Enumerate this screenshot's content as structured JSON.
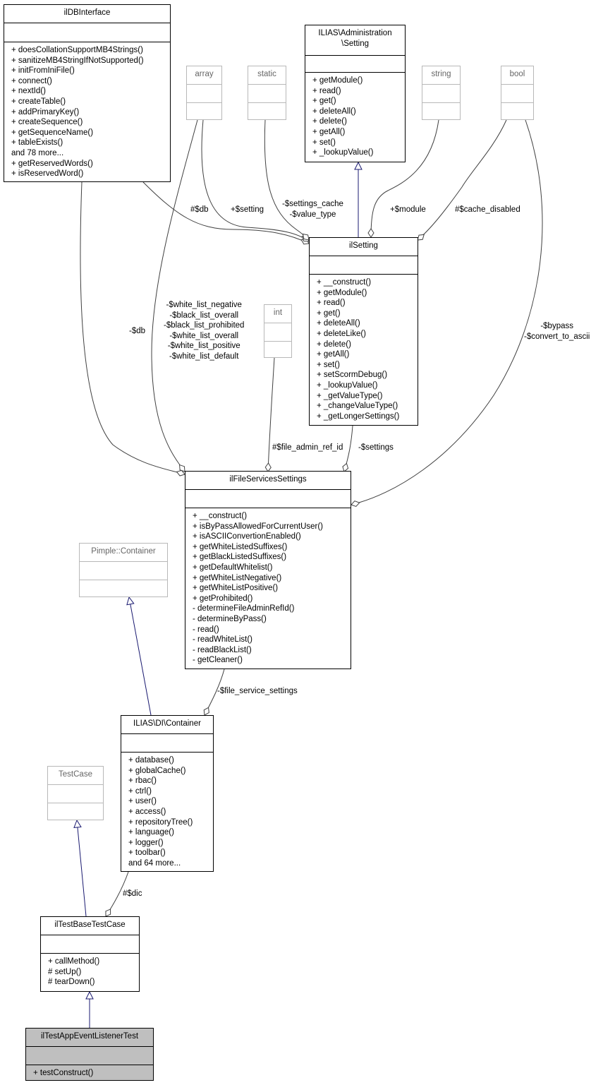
{
  "classes": {
    "ildbinterface": {
      "title": [
        "ilDBInterface"
      ],
      "methods": [
        "+ doesCollationSupportMB4Strings()",
        "+ sanitizeMB4StringIfNotSupported()",
        "+ initFromIniFile()",
        "+ connect()",
        "+ nextId()",
        "+ createTable()",
        "+ addPrimaryKey()",
        "+ createSequence()",
        "+ getSequenceName()",
        "+ tableExists()",
        "and 78 more...",
        "+ getReservedWords()",
        "+ isReservedWord()"
      ]
    },
    "array": {
      "title": [
        "array"
      ]
    },
    "static": {
      "title": [
        "static"
      ]
    },
    "admin_setting": {
      "title": [
        "ILIAS\\Administration",
        "\\Setting"
      ],
      "methods": [
        "+ getModule()",
        "+ read()",
        "+ get()",
        "+ deleteAll()",
        "+ delete()",
        "+ getAll()",
        "+ set()",
        "+ _lookupValue()"
      ]
    },
    "string": {
      "title": [
        "string"
      ]
    },
    "bool": {
      "title": [
        "bool"
      ]
    },
    "ilsetting": {
      "title": [
        "ilSetting"
      ],
      "methods": [
        "+ __construct()",
        "+ getModule()",
        "+ read()",
        "+ get()",
        "+ deleteAll()",
        "+ deleteLike()",
        "+ delete()",
        "+ getAll()",
        "+ set()",
        "+ setScormDebug()",
        "+ _lookupValue()",
        "+ _getValueType()",
        "+ _changeValueType()",
        "+ _getLongerSettings()"
      ]
    },
    "int": {
      "title": [
        "int"
      ]
    },
    "fileservices": {
      "title": [
        "ilFileServicesSettings"
      ],
      "methods": [
        "+ __construct()",
        "+ isByPassAllowedForCurrentUser()",
        "+ isASCIIConvertionEnabled()",
        "+ getWhiteListedSuffixes()",
        "+ getBlackListedSuffixes()",
        "+ getDefaultWhitelist()",
        "+ getWhiteListNegative()",
        "+ getWhiteListPositive()",
        "+ getProhibited()",
        "- determineFileAdminRefId()",
        "- determineByPass()",
        "- read()",
        "- readWhiteList()",
        "- readBlackList()",
        "- getCleaner()"
      ]
    },
    "pimple": {
      "title": [
        "Pimple::Container"
      ]
    },
    "di_container": {
      "title": [
        "ILIAS\\DI\\Container"
      ],
      "methods": [
        "+ database()",
        "+ globalCache()",
        "+ rbac()",
        "+ ctrl()",
        "+ user()",
        "+ access()",
        "+ repositoryTree()",
        "+ language()",
        "+ logger()",
        "+ toolbar()",
        "and 64 more..."
      ]
    },
    "testcase": {
      "title": [
        "TestCase"
      ]
    },
    "basetest": {
      "title": [
        "ilTestBaseTestCase"
      ],
      "methods": [
        "+ callMethod()",
        "# setUp()",
        "# tearDown()"
      ]
    },
    "apptest": {
      "title": [
        "ilTestAppEventListenerTest"
      ],
      "methods": [
        "+ testConstruct()"
      ]
    }
  },
  "labels": {
    "db1": [
      "#$db"
    ],
    "setting": [
      "+$setting"
    ],
    "settings_cache": [
      "-$settings_cache",
      "-$value_type"
    ],
    "module": [
      "+$module"
    ],
    "cache_disabled": [
      "#$cache_disabled"
    ],
    "db2": [
      "-$db"
    ],
    "white_lists": [
      "-$white_list_negative",
      "-$black_list_overall",
      "-$black_list_prohibited",
      "-$white_list_overall",
      "-$white_list_positive",
      "-$white_list_default"
    ],
    "bypass": [
      "-$bypass",
      "-$convert_to_ascii"
    ],
    "file_admin": [
      "#$file_admin_ref_id"
    ],
    "settings": [
      "-$settings"
    ],
    "file_service_settings": [
      "-$file_service_settings"
    ],
    "dic": [
      "#$dic"
    ]
  },
  "colors": {
    "inheritance": "#191970",
    "association": "#404040",
    "highlight": "#bfbfbf"
  }
}
